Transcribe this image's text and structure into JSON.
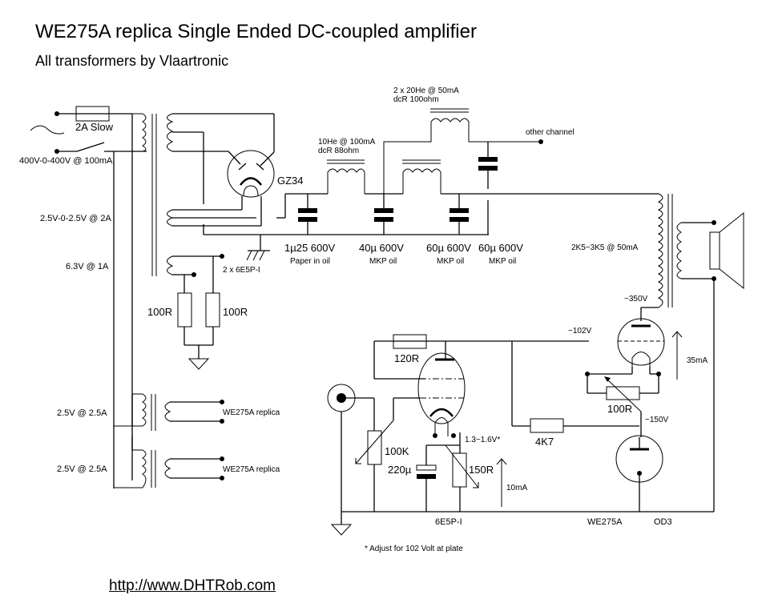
{
  "header": {
    "title": "WE275A replica Single Ended DC-coupled amplifier",
    "subtitle": "All transformers by Vlaartronic"
  },
  "footer": {
    "url": "http://www.DHTRob.com",
    "note": "* Adjust for 102 Volt at plate"
  },
  "power_supply": {
    "fuse": "2A Slow",
    "mains_secondary": "400V-0-400V @ 100mA",
    "rectifier_heater": "2.5V-0-2.5V @ 2A",
    "heater_6v3": "6.3V @ 1A",
    "heater_resistor_left": "100R",
    "heater_resistor_right": "100R",
    "heater_target": "2 x 6E5P-I",
    "rectifier": "GZ34",
    "choke1_line1": "10He @ 100mA",
    "choke1_line2": "dcR 88ohm",
    "choke2_line1": "2 x 20He @ 50mA",
    "choke2_line2": "dcR 100ohm",
    "other_channel": "other channel",
    "filament1": "2.5V @ 2.5A",
    "filament1_target": "WE275A replica",
    "filament2": "2.5V @ 2.5A",
    "filament2_target": "WE275A replica",
    "capacitors": [
      {
        "value": "1µ25 600V",
        "type": "Paper in oil"
      },
      {
        "value": "40µ 600V",
        "type": "MKP oil"
      },
      {
        "value": "60µ 600V",
        "type": "MKP oil"
      },
      {
        "value": "60µ 600V",
        "type": "MKP oil"
      }
    ]
  },
  "amplifier": {
    "output_transformer": "2K5~3K5 @ 50mA",
    "plate_voltage": "~350V",
    "grid_voltage": "~102V",
    "current_output": "35mA",
    "hum_pot": "100R",
    "cathode_voltage": "~150V",
    "feedback_resistor": "120R",
    "input_pot": "100K",
    "cathode_cap": "220µ",
    "cathode_resistor": "150R",
    "cathode_bias": "1.3~1.6V*",
    "current_driver": "10mA",
    "coupling_resistor": "4K7",
    "driver_tube": "6E5P-I",
    "output_tube": "WE275A",
    "regulator_tube": "OD3"
  }
}
